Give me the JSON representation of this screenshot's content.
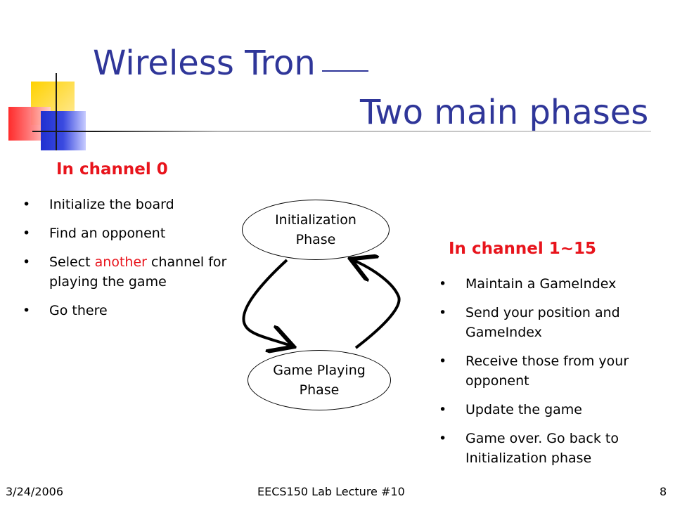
{
  "title": {
    "line1": "Wireless Tron",
    "line2": "Two main phases"
  },
  "left_section": {
    "heading": "In channel 0",
    "items": {
      "i0": "Initialize the board",
      "i1": "Find an opponent",
      "i2_pre": "Select ",
      "i2_highlight": "another",
      "i2_post": " channel for playing the game",
      "i3": "Go there"
    }
  },
  "diagram": {
    "top_node": [
      "Initialization",
      "Phase"
    ],
    "bottom_node": [
      "Game Playing",
      "Phase"
    ]
  },
  "right_section": {
    "heading": "In channel 1~15",
    "items": [
      "Maintain a GameIndex",
      "Send your position and GameIndex",
      "Receive those from your opponent",
      "Update the game",
      "Game over. Go back to Initialization phase"
    ]
  },
  "footer": {
    "date": "3/24/2006",
    "center": "EECS150 Lab Lecture #10",
    "page": "8"
  },
  "colors": {
    "title": "#2f3699",
    "accent_red": "#e8141c"
  }
}
